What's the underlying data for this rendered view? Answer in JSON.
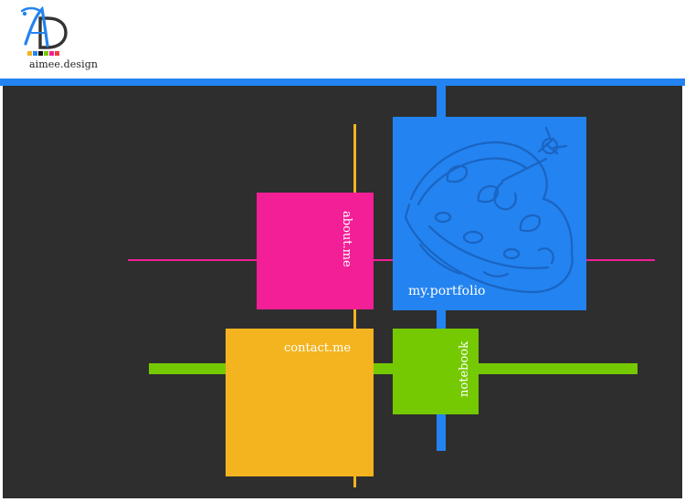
{
  "colors": {
    "blue": "#2383f0",
    "pink": "#f21f97",
    "yellow": "#f3b41f",
    "green": "#75c900",
    "background": "#2e2e2e",
    "logo_blue": "#2383f0",
    "logo_dark": "#333333"
  },
  "logo": {
    "text": "aimee.design",
    "monogram_letters": "AD",
    "swatches": [
      "#f3b41f",
      "#2383f0",
      "#111111",
      "#75c900",
      "#f21f97",
      "#f33a3a"
    ]
  },
  "nav": {
    "about": "about.me",
    "portfolio": "my.portfolio",
    "contact": "contact.me",
    "notebook": "notebook"
  },
  "icons": {
    "portfolio_art": "crown-icon"
  }
}
